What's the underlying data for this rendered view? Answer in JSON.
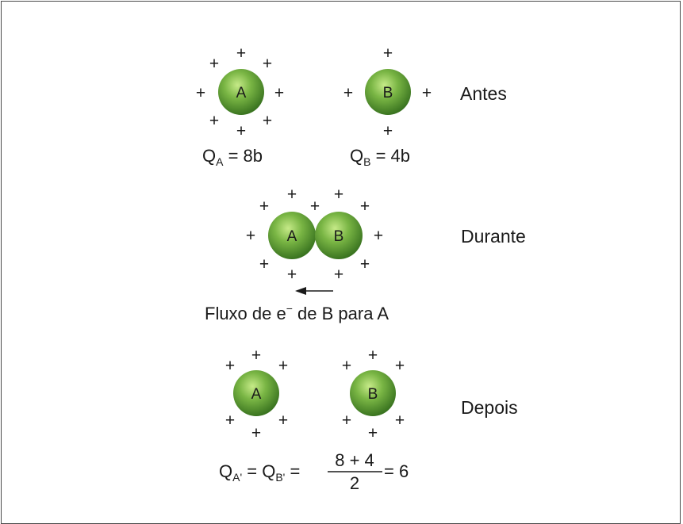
{
  "sphere_letter_a": "A",
  "sphere_letter_b": "B",
  "plus_symbol": "+",
  "stages": {
    "before": "Antes",
    "during": "Durante",
    "after": "Depois"
  },
  "charges": {
    "qa_symbol": "Q",
    "qa_sub": "A",
    "qa_value": " = 8b",
    "qb_symbol": "Q",
    "qb_sub": "B",
    "qb_value": " = 4b"
  },
  "flow": {
    "caption_prefix": "Fluxo de e",
    "caption_superscript": "−",
    "caption_suffix": " de B para A"
  },
  "final": {
    "qa_symbol": "Q",
    "qa_sub": "A'",
    "equals_1": " = ",
    "qb_symbol": "Q",
    "qb_sub": "B'",
    "equals_2": " = ",
    "numerator": "8 + 4",
    "denominator": "2",
    "result": " = 6"
  },
  "colors": {
    "sphere_light": "#b7e07a",
    "sphere_mid": "#6fae3e",
    "sphere_dark": "#356b1c",
    "frame": "#4a4a4a"
  }
}
